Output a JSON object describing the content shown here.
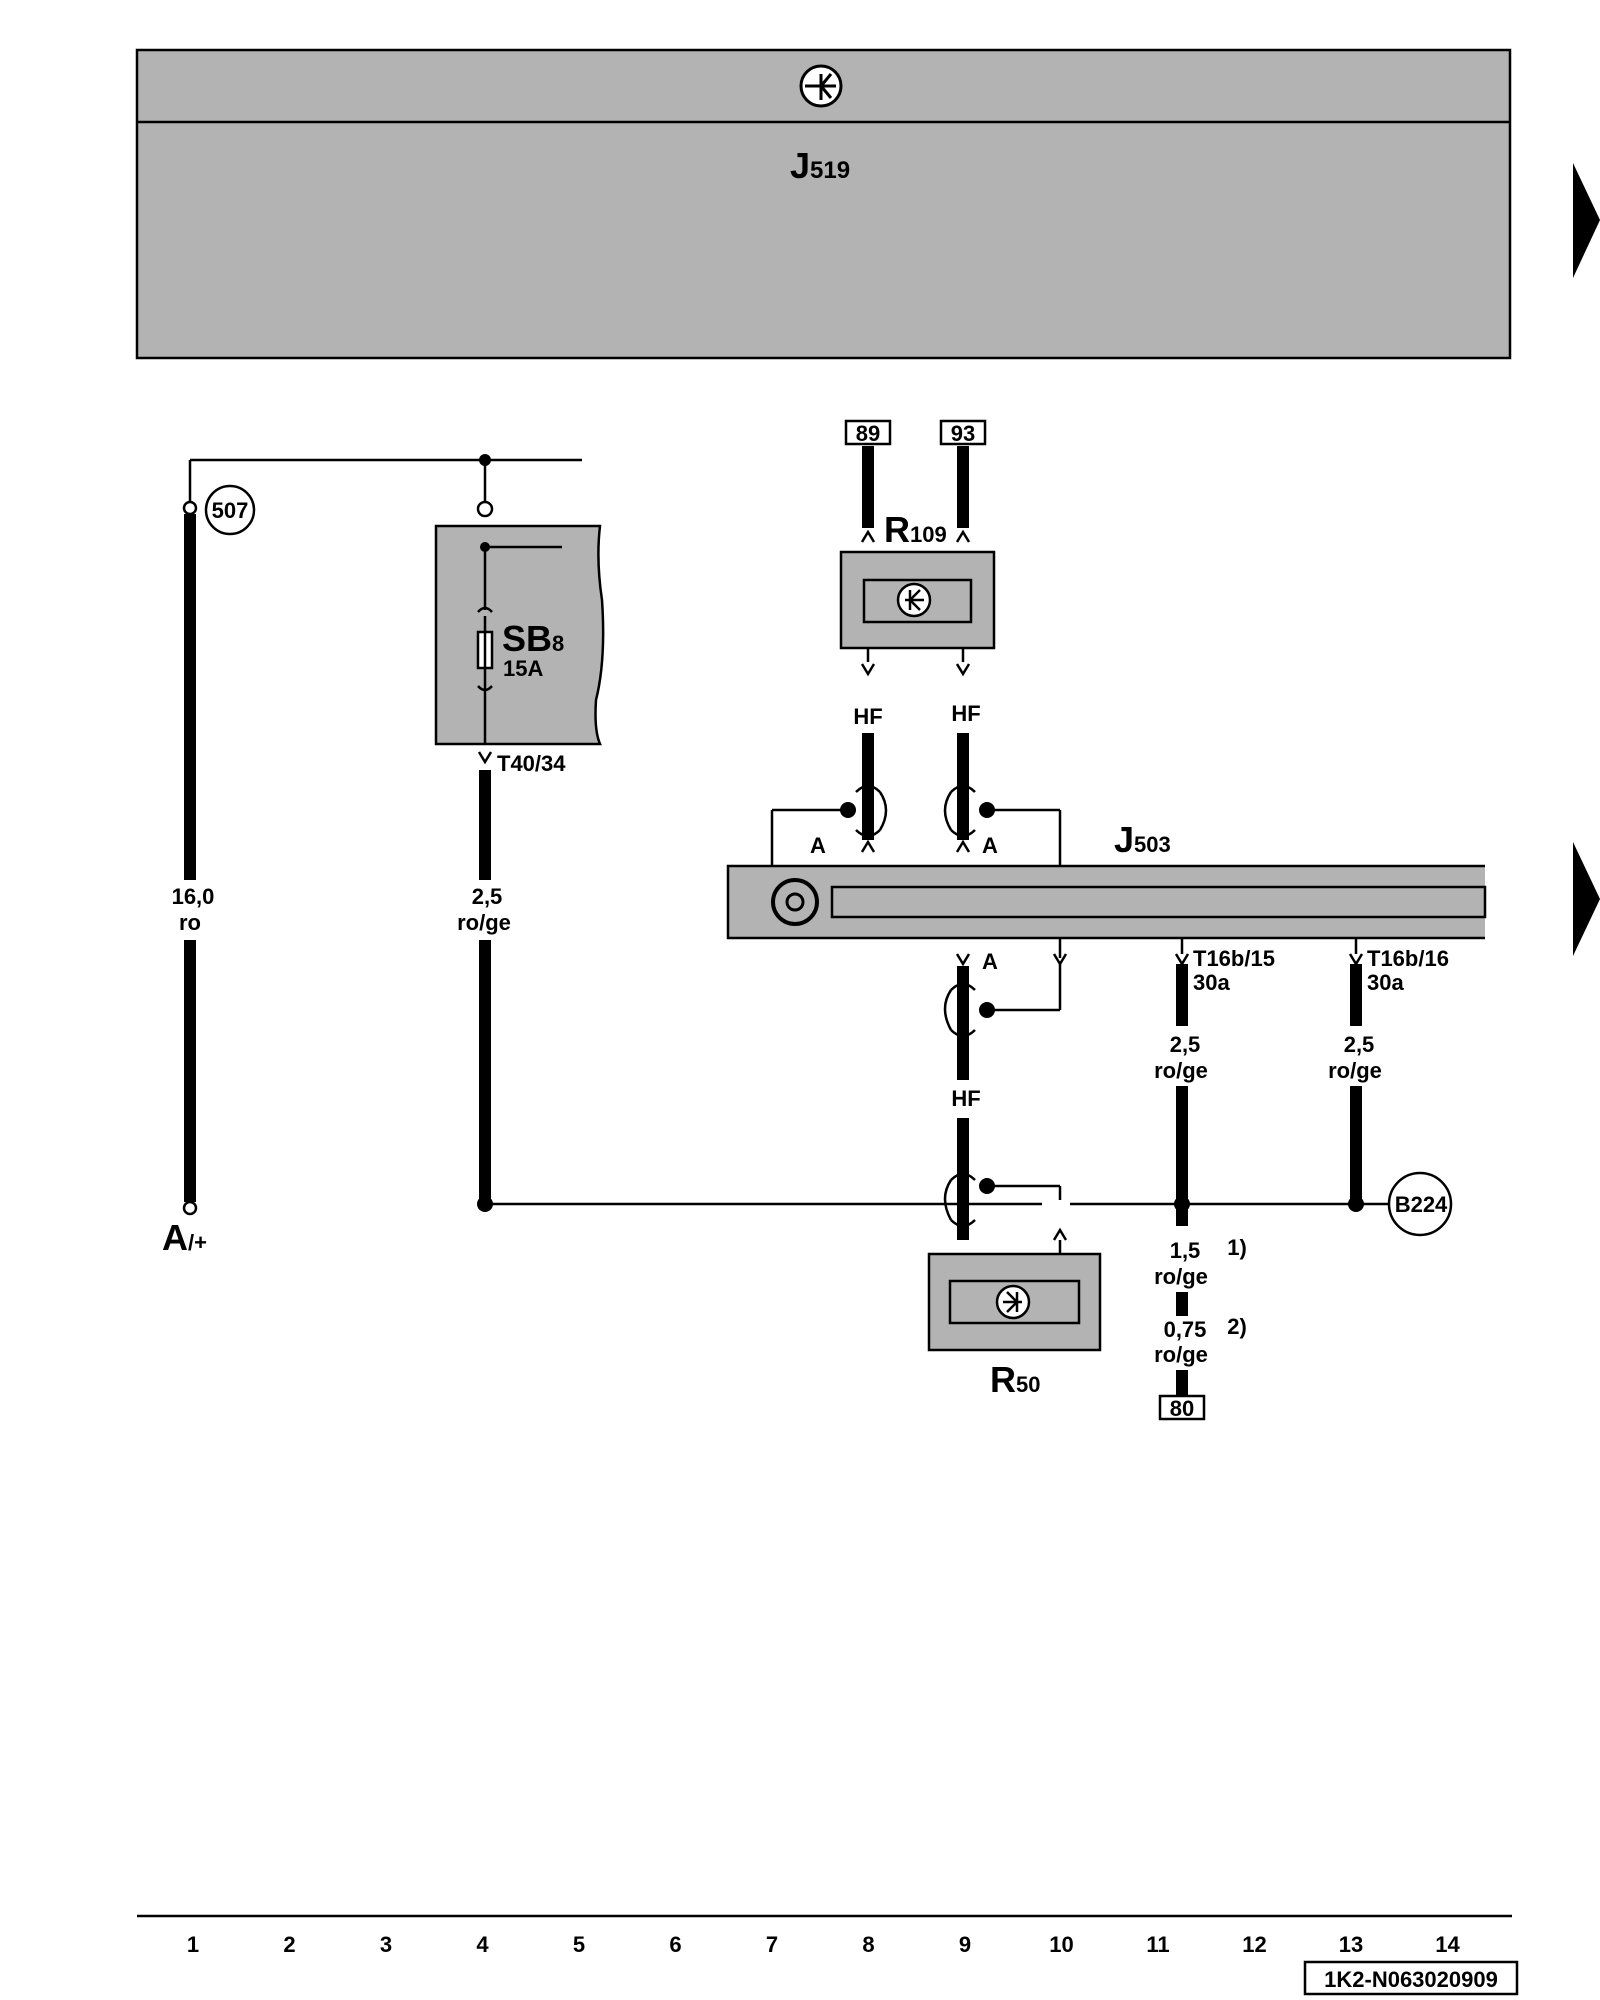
{
  "header": {
    "control_unit": "J",
    "control_unit_sub": "519"
  },
  "components": {
    "r109": {
      "main": "R",
      "sub": "109"
    },
    "r50": {
      "main": "R",
      "sub": "50"
    },
    "j503": {
      "main": "J",
      "sub": "503"
    },
    "sb8": {
      "main": "SB",
      "sub": "8",
      "rating": "15A"
    },
    "battery": {
      "main": "A",
      "sub": "/+"
    }
  },
  "references": {
    "c507": "507",
    "b224": "B224",
    "box89": "89",
    "box93": "93",
    "box80": "80"
  },
  "connectors": {
    "t40_34": "T40/34",
    "t16b_15": "T16b/15",
    "t16b_15_term": "30a",
    "t16b_16": "T16b/16",
    "t16b_16_term": "30a"
  },
  "wires": {
    "w1_size": "16,0",
    "w1_color": "ro",
    "w4_size": "2,5",
    "w4_color": "ro/ge",
    "w11_size": "2,5",
    "w11_color": "ro/ge",
    "w13_size": "2,5",
    "w13_color": "ro/ge",
    "w11b_size": "1,5",
    "w11b_color": "ro/ge",
    "w11b_note": "1)",
    "w11c_size": "0,75",
    "w11c_color": "ro/ge",
    "w11c_note": "2)"
  },
  "signal_labels": {
    "hf": "HF",
    "a": "A"
  },
  "footer": {
    "columns": [
      "1",
      "2",
      "3",
      "4",
      "5",
      "6",
      "7",
      "8",
      "9",
      "10",
      "11",
      "12",
      "13",
      "14"
    ],
    "code": "1K2-N063020909"
  },
  "icons": [
    "antenna-icon",
    "page-continue-arrow-icon"
  ]
}
